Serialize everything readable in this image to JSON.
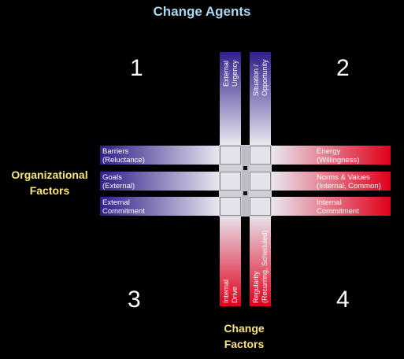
{
  "title_top": "Change Agents",
  "title_left_line1": "Organizational",
  "title_left_line2": "Factors",
  "title_bottom_line1": "Change",
  "title_bottom_line2": "Factors",
  "quadrants": [
    "1",
    "2",
    "3",
    "4"
  ],
  "vertical_bars": {
    "top_left": "External\nUrgency",
    "top_right": "Situation /\nOpportunity",
    "bottom_left": "Internal\nDrive",
    "bottom_right": "Regularity\n(Recurring, Scheduled)"
  },
  "left_bars": [
    {
      "line1": "Barriers",
      "line2": "(Reluctance)"
    },
    {
      "line1": "Goals",
      "line2": "(External)"
    },
    {
      "line1": "External",
      "line2": "Commitment"
    }
  ],
  "right_bars": [
    {
      "line1": "Energy",
      "line2": "(Willingness)"
    },
    {
      "line1": "Norms & Values",
      "line2": "(Internal, Common)"
    },
    {
      "line1": "Internal",
      "line2": "Commitment"
    }
  ],
  "colors": {
    "blue": "#2e1f8a",
    "red": "#e0001b",
    "title": "#a9d8f0",
    "factor_label": "#f6e77a"
  }
}
